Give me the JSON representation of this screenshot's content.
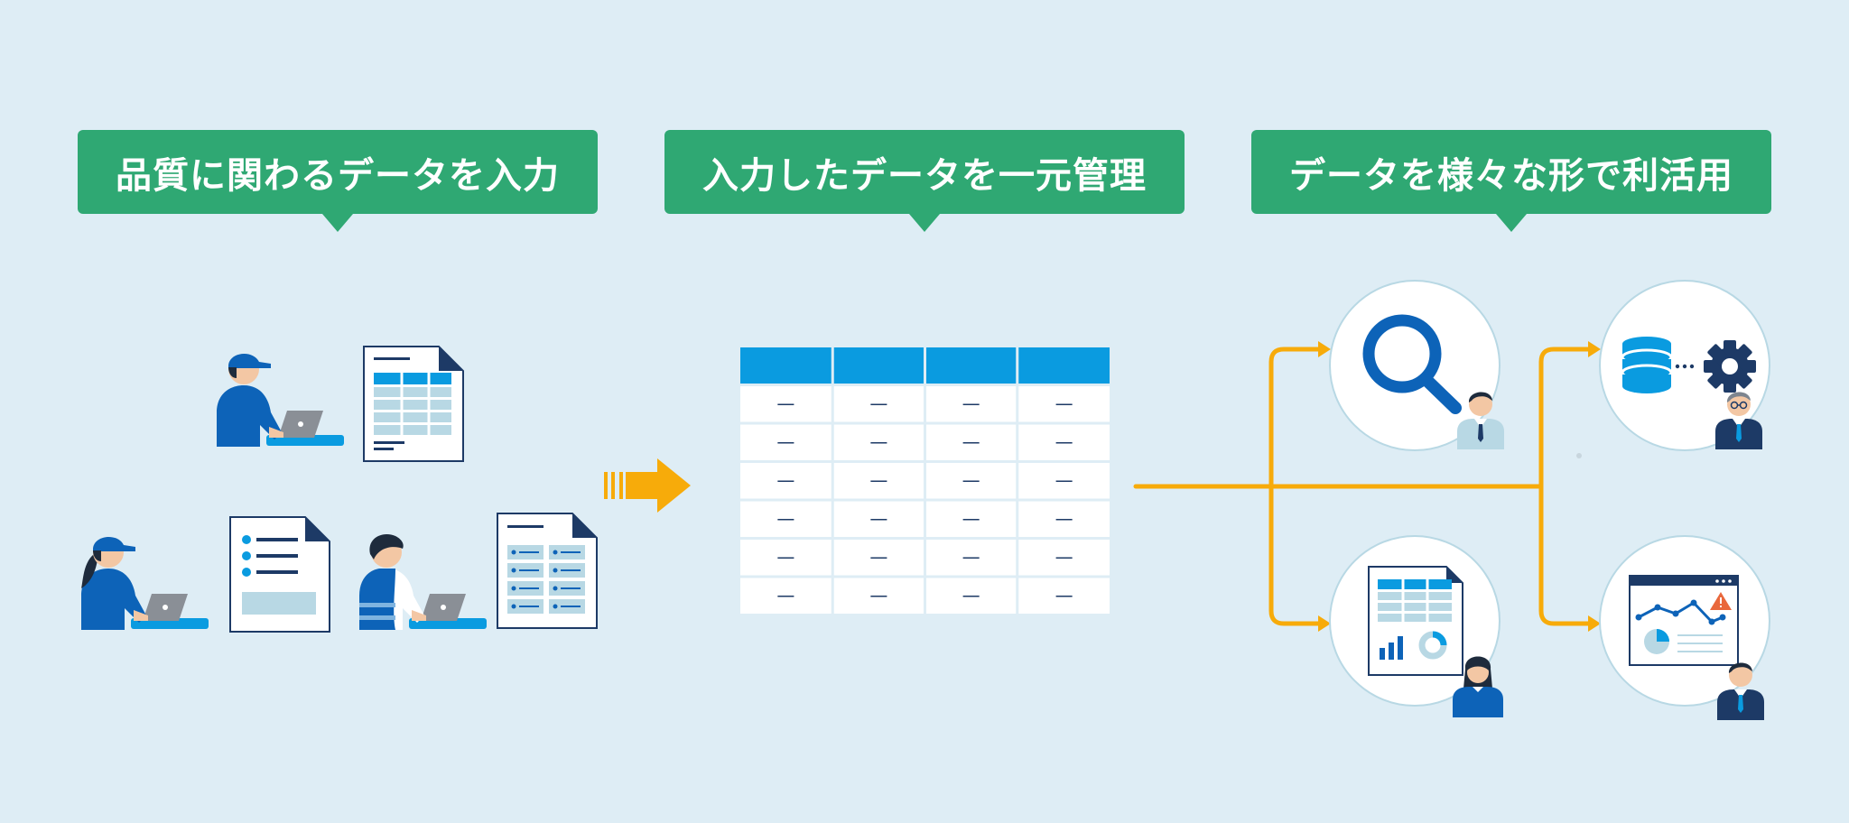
{
  "steps": [
    {
      "label": "品質に関わるデータを入力"
    },
    {
      "label": "入力したデータを一元管理"
    },
    {
      "label": "データを様々な形で利活用"
    }
  ],
  "table": {
    "columns": 4,
    "rows": 6,
    "cell_text": "—"
  },
  "colors": {
    "background": "#deedf5",
    "label_green": "#2fa873",
    "accent_blue": "#0a9be0",
    "navy": "#1d3a66",
    "royal_blue": "#0d63b8",
    "arrow_orange": "#f7ab0a",
    "light_blue": "#b8d8e4"
  },
  "icons": {
    "input_workers": [
      "worker-laptop-icon",
      "worker-laptop-icon",
      "worker-laptop-icon"
    ],
    "input_forms": [
      "spreadsheet-form-icon",
      "checklist-form-icon",
      "grid-form-icon"
    ],
    "outputs": [
      "search-icon",
      "database-gear-icon",
      "report-chart-icon",
      "monitoring-dashboard-icon"
    ]
  }
}
